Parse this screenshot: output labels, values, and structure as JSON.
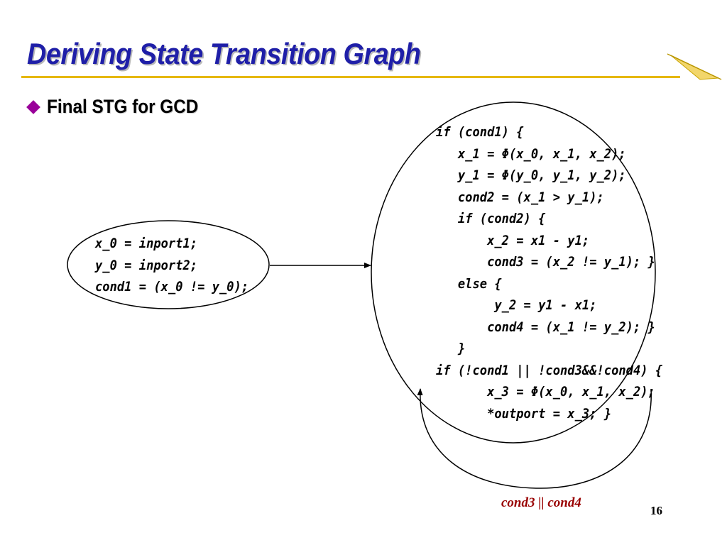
{
  "slide": {
    "title": "Deriving State Transition Graph",
    "bullet": "Final STG for GCD",
    "page_number": "16",
    "accent_colors": {
      "title": "#1f1fa8",
      "rule": "#e6b800",
      "bullet": "#990099",
      "edge_label": "#990000"
    }
  },
  "states": {
    "state1": {
      "lines": [
        "x_0 = inport1;",
        "y_0 = inport2;",
        "cond1 = (x_0 != y_0);"
      ]
    },
    "state2": {
      "lines": [
        "if (cond1) {",
        "   x_1 = Φ(x_0, x_1, x_2);",
        "   y_1 = Φ(y_0, y_1, y_2);",
        "   cond2 = (x_1 > y_1);",
        "   if (cond2) {",
        "       x_2 = x1 - y1;",
        "       cond3 = (x_2 != y_1); }",
        "   else {",
        "        y_2 = y1 - x1;",
        "       cond4 = (x_1 != y_2); }",
        "   }",
        "if (!cond1 || !cond3&&!cond4) {",
        "       x_3 = Φ(x_0, x_1, x_2);",
        "       *outport = x_3; }"
      ]
    }
  },
  "self_loop_label": "cond3 || cond4"
}
